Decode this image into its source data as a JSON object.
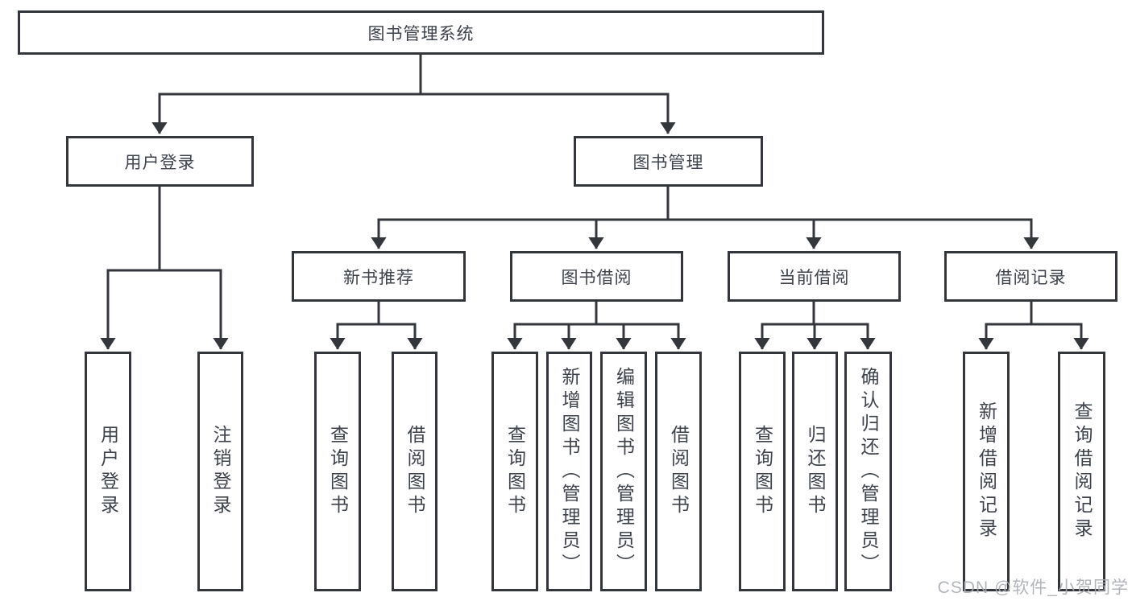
{
  "diagram_title": "图书管理系统",
  "colors": {
    "line": "#33363b",
    "text": "#3e434b",
    "watermark": "#a9adb3",
    "background": "#ffffff"
  },
  "nodes": {
    "root": "图书管理系统",
    "user_login": "用户登录",
    "book_mgmt": "图书管理",
    "new_book_rec": "新书推荐",
    "book_borrow": "图书借阅",
    "cur_borrow": "当前借阅",
    "borrow_record": "借阅记录",
    "ul_user_login": "用户登录",
    "ul_logout": "注销登录",
    "nb_query": "查询图书",
    "nb_borrow": "借阅图书",
    "bb_query": "查询图书",
    "bb_add": "新增图书（管理员）",
    "bb_edit": "编辑图书（管理员）",
    "bb_borrow": "借阅图书",
    "cb_query": "查询图书",
    "cb_return": "归还图书",
    "cb_confirm": "确认归还（管理员）",
    "br_add": "新增借阅记录",
    "br_query": "查询借阅记录"
  },
  "watermark": {
    "text": "CSDN @软件_小贺同学"
  }
}
